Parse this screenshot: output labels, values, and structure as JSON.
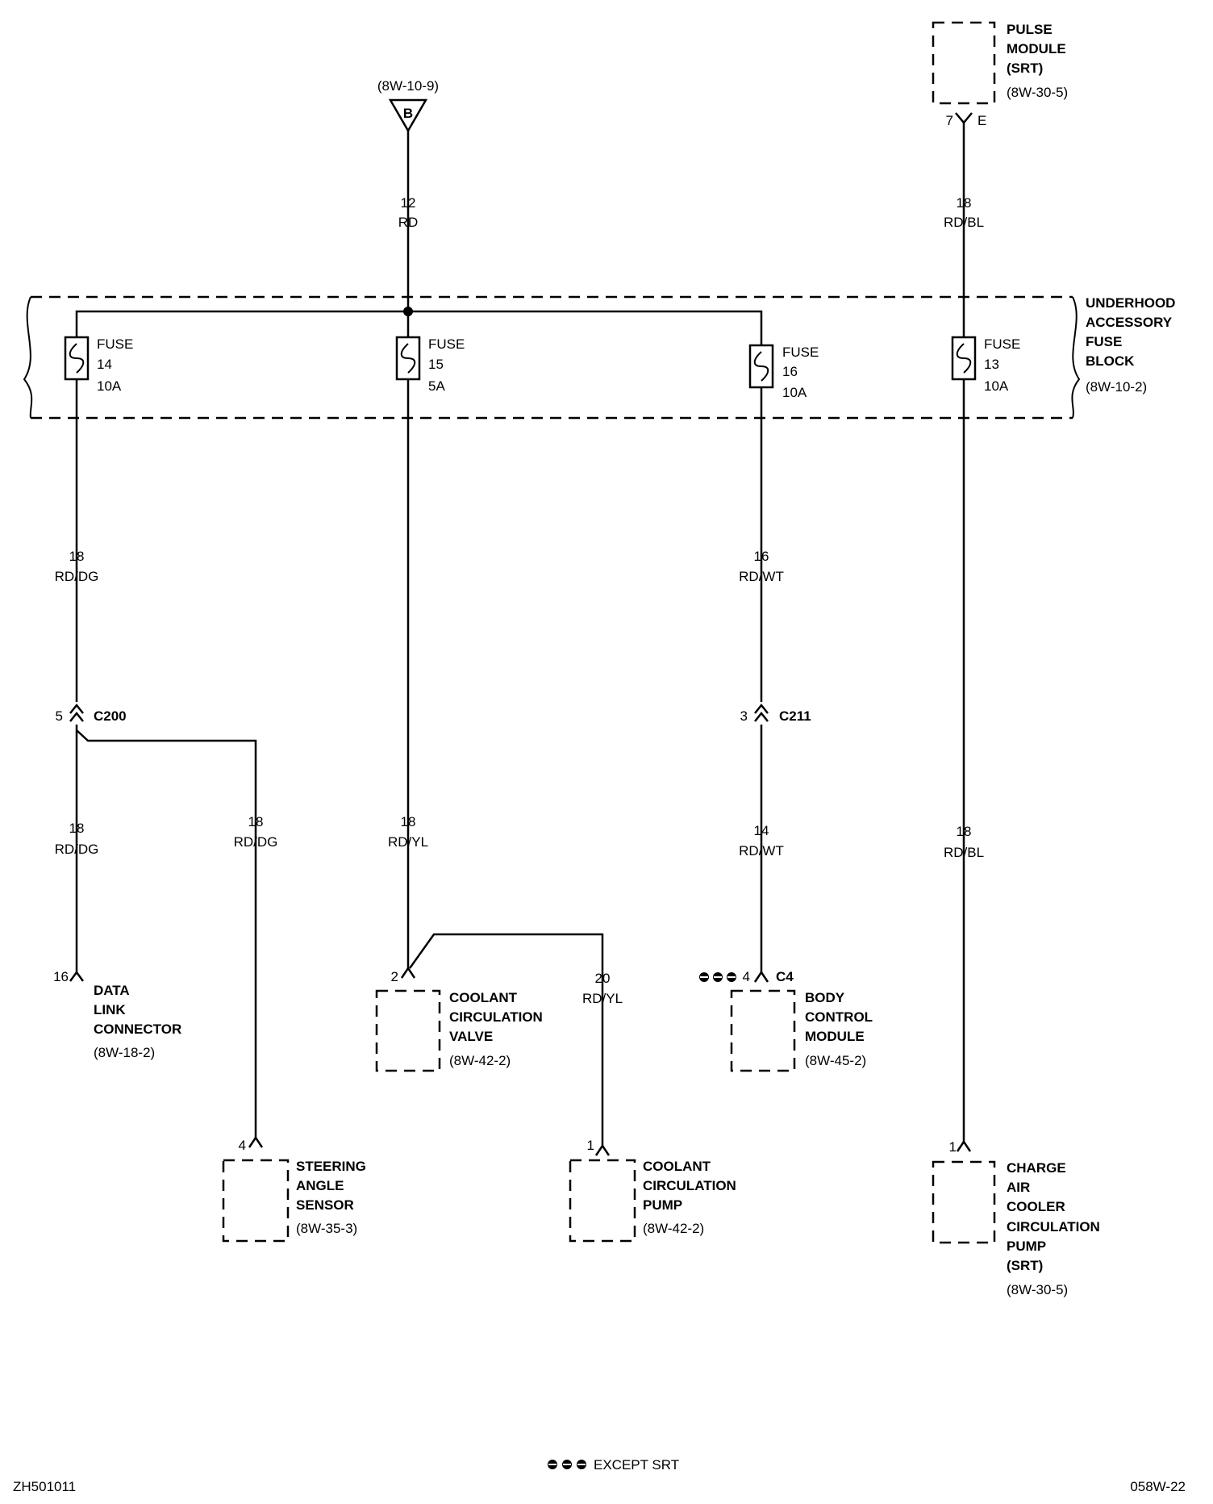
{
  "title_block": {
    "drawing_id": "ZH501011",
    "page_ref": "058W-22",
    "legend_text": "EXCEPT SRT"
  },
  "source": {
    "ref": "(8W-10-9)",
    "letter": "B"
  },
  "feed_wire": {
    "gauge": "12",
    "color": "RD"
  },
  "fuse_block": {
    "name": [
      "UNDERHOOD",
      "ACCESSORY",
      "FUSE",
      "BLOCK"
    ],
    "ref": "(8W-10-2)",
    "fuses": [
      {
        "word": "FUSE",
        "number": "14",
        "rating": "10A"
      },
      {
        "word": "FUSE",
        "number": "15",
        "rating": "5A"
      },
      {
        "word": "FUSE",
        "number": "16",
        "rating": "10A"
      },
      {
        "word": "FUSE",
        "number": "13",
        "rating": "10A"
      }
    ]
  },
  "pulse_module": {
    "name": [
      "PULSE",
      "MODULE",
      "(SRT)"
    ],
    "ref": "(8W-30-5)",
    "pin": "7",
    "pin_letter": "E",
    "wire": {
      "gauge": "18",
      "color": "RD/BL"
    }
  },
  "wires": {
    "w1": {
      "gauge": "18",
      "color": "RD/DG"
    },
    "w2": {
      "gauge": "16",
      "color": "RD/WT"
    },
    "w3": {
      "gauge": "18",
      "color": "RD/DG"
    },
    "w4": {
      "gauge": "18",
      "color": "RD/DG"
    },
    "w5": {
      "gauge": "18",
      "color": "RD/YL"
    },
    "w6": {
      "gauge": "14",
      "color": "RD/WT"
    },
    "w7": {
      "gauge": "18",
      "color": "RD/BL"
    },
    "w8": {
      "gauge": "20",
      "color": "RD/YL"
    }
  },
  "connectors": {
    "c200": {
      "pin": "5",
      "name": "C200"
    },
    "c211": {
      "pin": "3",
      "name": "C211"
    }
  },
  "components": {
    "data_link": {
      "pin": "16",
      "name": [
        "DATA",
        "LINK",
        "CONNECTOR"
      ],
      "ref": "(8W-18-2)"
    },
    "ccv": {
      "pin": "2",
      "name": [
        "COOLANT",
        "CIRCULATION",
        "VALVE"
      ],
      "ref": "(8W-42-2)"
    },
    "bcm": {
      "pin": "4",
      "pin_letter": "C4",
      "name": [
        "BODY",
        "CONTROL",
        "MODULE"
      ],
      "ref": "(8W-45-2)"
    },
    "sas": {
      "pin": "4",
      "name": [
        "STEERING",
        "ANGLE",
        "SENSOR"
      ],
      "ref": "(8W-35-3)"
    },
    "ccp": {
      "pin": "1",
      "name": [
        "COOLANT",
        "CIRCULATION",
        "PUMP"
      ],
      "ref": "(8W-42-2)"
    },
    "cac": {
      "pin": "1",
      "name": [
        "CHARGE",
        "AIR",
        "COOLER",
        "CIRCULATION",
        "PUMP",
        "(SRT)"
      ],
      "ref": "(8W-30-5)"
    }
  }
}
